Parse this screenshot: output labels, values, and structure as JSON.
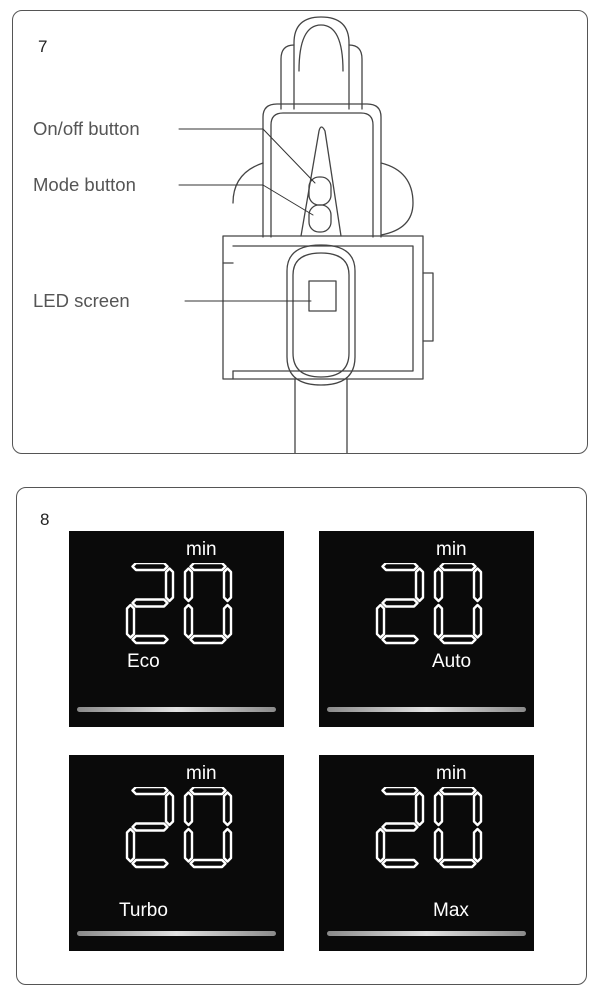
{
  "figure7": {
    "number": "7",
    "callouts": {
      "onoff": "On/off button",
      "mode": "Mode button",
      "led": "LED screen"
    }
  },
  "figure8": {
    "number": "8",
    "screens": [
      {
        "unit": "min",
        "digits": "20",
        "mode": "Eco"
      },
      {
        "unit": "min",
        "digits": "20",
        "mode": "Auto"
      },
      {
        "unit": "min",
        "digits": "20",
        "mode": "Turbo"
      },
      {
        "unit": "min",
        "digits": "20",
        "mode": "Max"
      }
    ]
  }
}
